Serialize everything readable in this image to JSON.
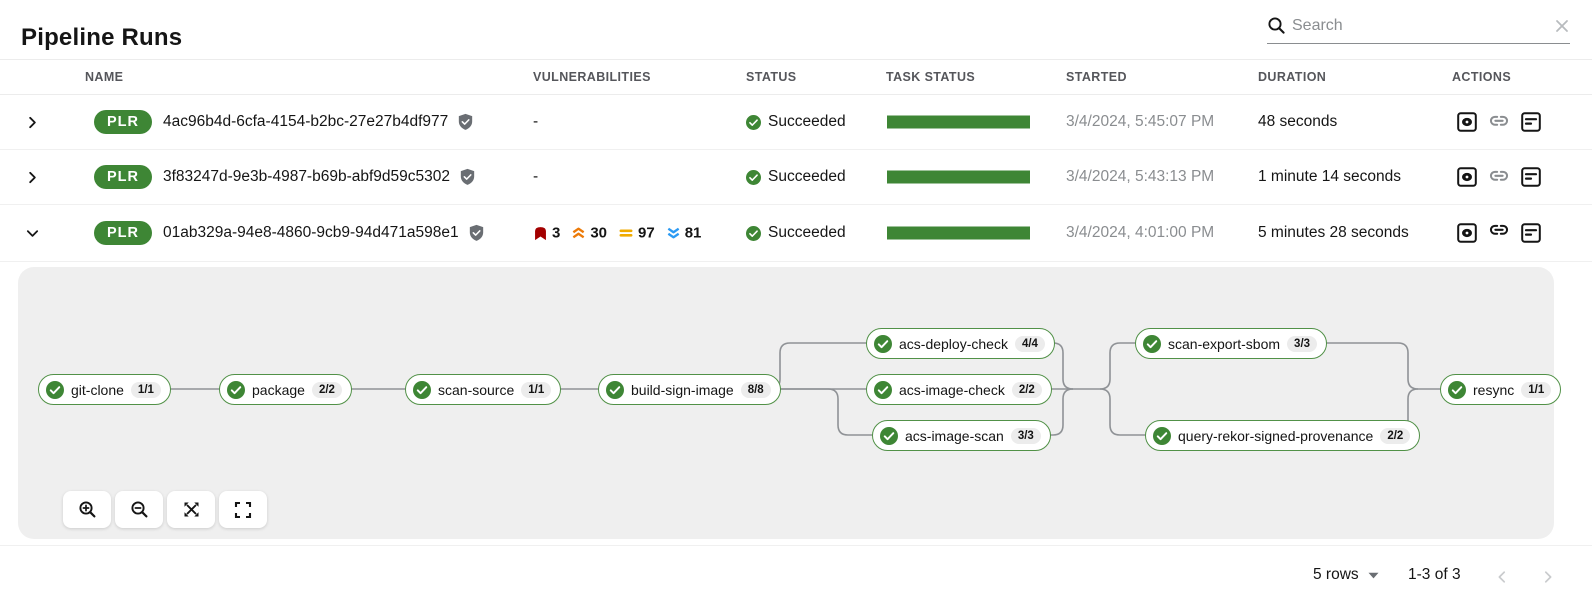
{
  "header": {
    "title": "Pipeline Runs"
  },
  "search": {
    "placeholder": "Search"
  },
  "table": {
    "columns": {
      "name": "NAME",
      "vulnerabilities": "VULNERABILITIES",
      "status": "STATUS",
      "task_status": "TASK STATUS",
      "started": "STARTED",
      "duration": "DURATION",
      "actions": "ACTIONS"
    },
    "rows": [
      {
        "badge": "PLR",
        "name": "4ac96b4d-6cfa-4154-b2bc-27e27b4df977",
        "vulnerabilities": "-",
        "status": "Succeeded",
        "started": "3/4/2024, 5:45:07 PM",
        "duration": "48 seconds",
        "expanded": false
      },
      {
        "badge": "PLR",
        "name": "3f83247d-9e3b-4987-b69b-abf9d59c5302",
        "vulnerabilities": "-",
        "status": "Succeeded",
        "started": "3/4/2024, 5:43:13 PM",
        "duration": "1 minute 14 seconds",
        "expanded": false
      },
      {
        "badge": "PLR",
        "name": "01ab329a-94e8-4860-9cb9-94d471a598e1",
        "vulnerabilities": {
          "critical": "3",
          "high": "30",
          "medium": "97",
          "low": "81"
        },
        "status": "Succeeded",
        "started": "3/4/2024, 4:01:00 PM",
        "duration": "5 minutes 28 seconds",
        "expanded": true
      }
    ]
  },
  "pipeline": {
    "tasks": [
      {
        "label": "git-clone",
        "runs": "1/1",
        "status": "succeeded"
      },
      {
        "label": "package",
        "runs": "2/2",
        "status": "succeeded"
      },
      {
        "label": "scan-source",
        "runs": "1/1",
        "status": "succeeded"
      },
      {
        "label": "build-sign-image",
        "runs": "8/8",
        "status": "succeeded"
      },
      {
        "label": "acs-deploy-check",
        "runs": "4/4",
        "status": "succeeded"
      },
      {
        "label": "acs-image-check",
        "runs": "2/2",
        "status": "succeeded"
      },
      {
        "label": "acs-image-scan",
        "runs": "3/3",
        "status": "succeeded"
      },
      {
        "label": "scan-export-sbom",
        "runs": "3/3",
        "status": "succeeded"
      },
      {
        "label": "query-rekor-signed-provenance",
        "runs": "2/2",
        "status": "succeeded"
      },
      {
        "label": "resync",
        "runs": "1/1",
        "status": "succeeded"
      }
    ]
  },
  "pagination": {
    "rows_per_page": "5 rows",
    "range": "1-3 of 3"
  },
  "icons": {
    "search": "magnifier",
    "clear_search": "x-mark",
    "expander_collapsed": "chevron-right",
    "expander_expanded": "chevron-down",
    "signed": "shield-check",
    "severity_critical": "banner-up",
    "severity_high": "double-chevron-up",
    "severity_medium": "equals",
    "severity_low": "double-chevron-down",
    "action_output": "eye-in-square",
    "action_link": "chain-link",
    "action_logs": "document-lines",
    "viz": [
      "zoom-in",
      "zoom-out",
      "fit-to-screen",
      "fullscreen"
    ],
    "pagination": [
      "caret-down",
      "chevron-left",
      "chevron-right"
    ]
  },
  "colors": {
    "success_green": "#3e8635",
    "critical_red": "#a30000",
    "high_orange": "#ec7a08",
    "medium_gold": "#f0ab00",
    "low_blue": "#2b9af3",
    "panel_gray": "#efefef"
  }
}
